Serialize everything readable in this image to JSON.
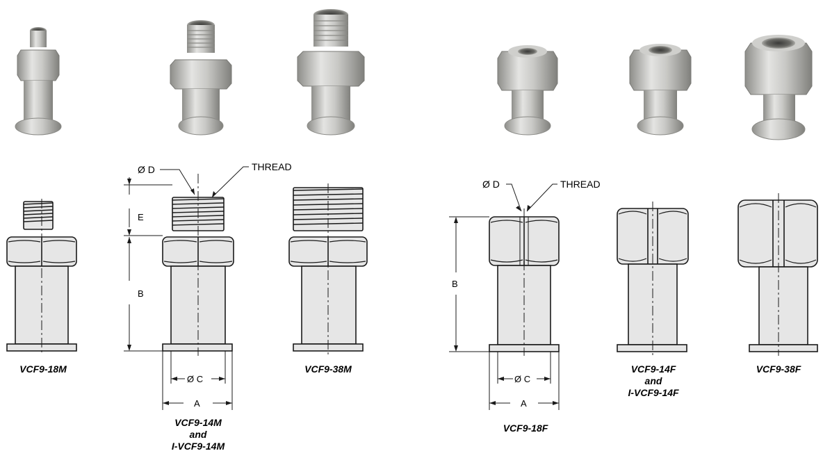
{
  "products": [
    {
      "id": "vcf9-18m",
      "caption": [
        "VCF9-18M"
      ],
      "type": "male"
    },
    {
      "id": "vcf9-14m",
      "caption": [
        "VCF9-14M",
        "and",
        "I-VCF9-14M"
      ],
      "type": "male"
    },
    {
      "id": "vcf9-38m",
      "caption": [
        "VCF9-38M"
      ],
      "type": "male"
    },
    {
      "id": "vcf9-18f",
      "caption": [
        "VCF9-18F"
      ],
      "type": "female"
    },
    {
      "id": "vcf9-14f",
      "caption": [
        "VCF9-14F",
        "and",
        "I-VCF9-14F"
      ],
      "type": "female"
    },
    {
      "id": "vcf9-38f",
      "caption": [
        "VCF9-38F"
      ],
      "type": "female"
    }
  ],
  "dimension_labels": {
    "male": {
      "diameter_d": "Ø D",
      "thread": "THREAD",
      "e": "E",
      "b": "B",
      "diameter_c": "Ø C",
      "a": "A"
    },
    "female": {
      "diameter_d": "Ø D",
      "thread": "THREAD",
      "b": "B",
      "diameter_c": "Ø C",
      "a": "A"
    }
  },
  "colors": {
    "fill": "#e6e6e6",
    "stroke": "#1a1a1a",
    "metal_light": "#d8d8d6",
    "metal_dark": "#8e8e8a"
  }
}
